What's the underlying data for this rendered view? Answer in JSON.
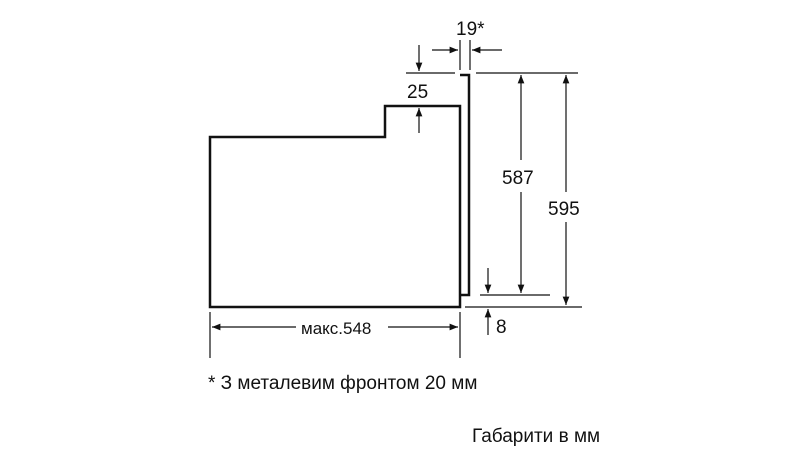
{
  "diagram": {
    "type": "built-in oven side view dimension drawing",
    "dimensions": {
      "front_thickness": "19*",
      "top_step": "25",
      "inner_height": "587",
      "total_height": "595",
      "bottom_offset": "8",
      "depth": "макс.548"
    },
    "footnote": "* З металевим фронтом 20 мм",
    "units_note": "Габарити в мм",
    "colors": {
      "line": "#111111",
      "background": "#ffffff"
    }
  }
}
